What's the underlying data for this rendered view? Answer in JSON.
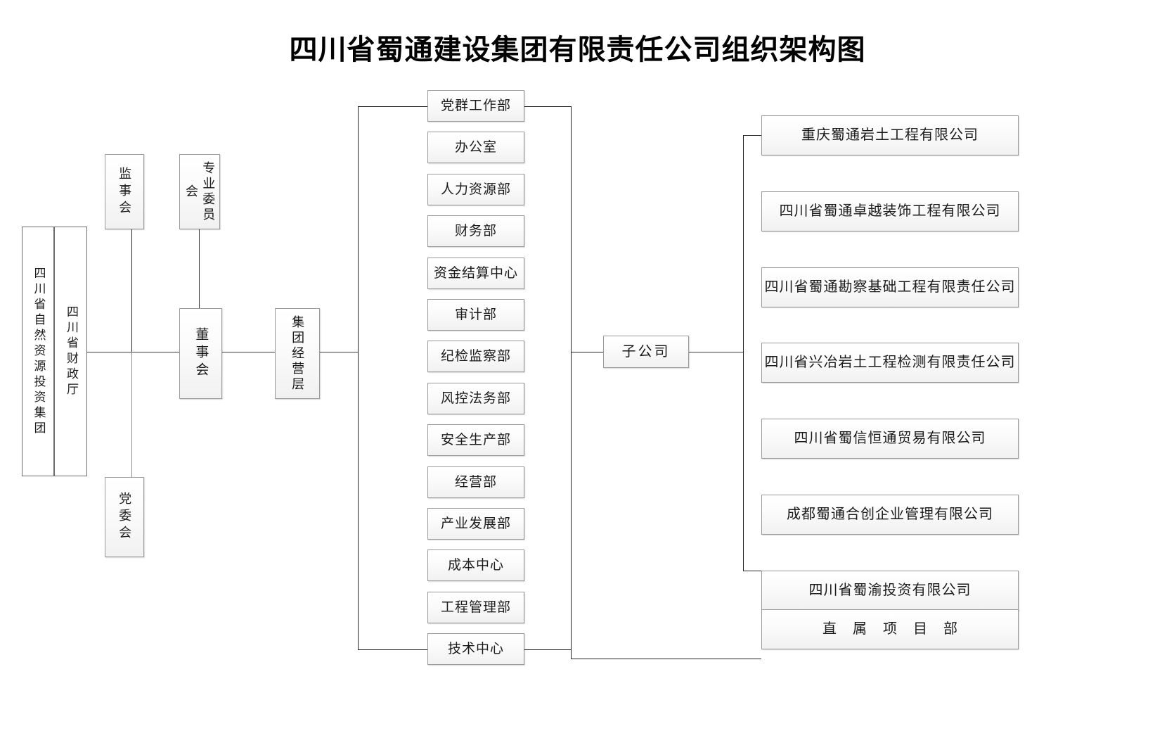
{
  "title": "四川省蜀通建设集团有限责任公司组织架构图",
  "governance": {
    "shareholders": [
      {
        "label": "四川省自然资源投资集团"
      },
      {
        "label": "四川省财政厅"
      }
    ],
    "supervisory": {
      "label": "监事会"
    },
    "committee": {
      "label": "专业委员会"
    },
    "board": {
      "label": "董事会"
    },
    "party": {
      "label": "党委会"
    },
    "management": {
      "label": "集团经营层"
    }
  },
  "departments": [
    {
      "label": "党群工作部"
    },
    {
      "label": "办公室"
    },
    {
      "label": "人力资源部"
    },
    {
      "label": "财务部"
    },
    {
      "label": "资金结算中心"
    },
    {
      "label": "审计部"
    },
    {
      "label": "纪检监察部"
    },
    {
      "label": "风控法务部"
    },
    {
      "label": "安全生产部"
    },
    {
      "label": "经营部"
    },
    {
      "label": "产业发展部"
    },
    {
      "label": "成本中心"
    },
    {
      "label": "工程管理部"
    },
    {
      "label": "技术中心"
    }
  ],
  "subsidiary_group": {
    "label": "子公司"
  },
  "subsidiaries": [
    {
      "label": "重庆蜀通岩土工程有限公司"
    },
    {
      "label": "四川省蜀通卓越装饰工程有限公司"
    },
    {
      "label": "四川省蜀通勘察基础工程有限责任公司"
    },
    {
      "label": "四川省兴冶岩土工程检测有限责任公司"
    },
    {
      "label": "四川省蜀信恒通贸易有限公司"
    },
    {
      "label": "成都蜀通合创企业管理有限公司"
    },
    {
      "label": "四川省蜀渝投资有限公司"
    }
  ],
  "direct_projects": {
    "label": "直 属 项 目 部"
  },
  "colors": {
    "box_border": "#9a9a9a",
    "box_fill_top": "#ffffff",
    "box_fill_bottom": "#f1f1f1",
    "line": "#3d3d3d",
    "text": "#1a1a1a",
    "title": "#000000"
  }
}
